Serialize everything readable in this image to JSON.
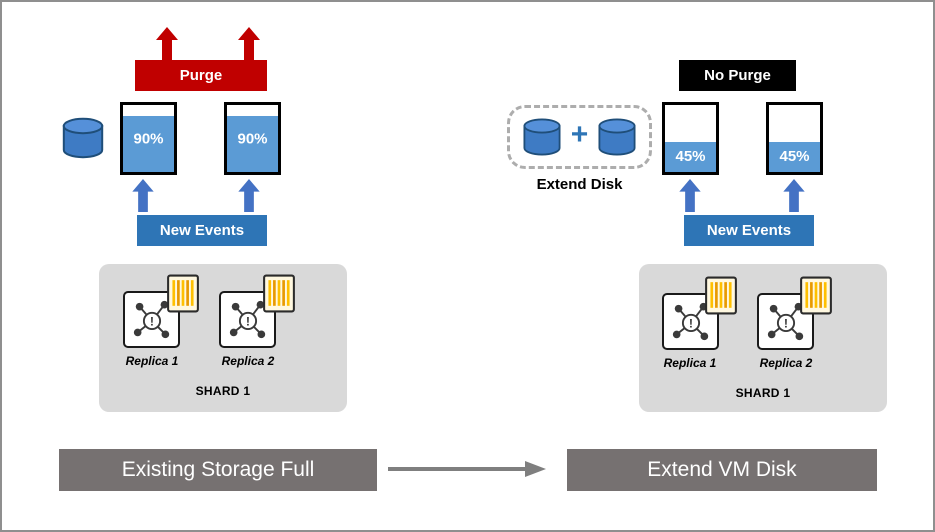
{
  "left": {
    "purge_label": "Purge",
    "tanks": [
      "90%",
      "90%"
    ],
    "new_events_label": "New Events",
    "replicas": [
      "Replica 1",
      "Replica 2"
    ],
    "shard_label": "SHARD 1",
    "caption": "Existing Storage Full"
  },
  "right": {
    "no_purge_label": "No Purge",
    "extend_disk_label": "Extend Disk",
    "plus_sign": "+",
    "tanks": [
      "45%",
      "45%"
    ],
    "new_events_label": "New Events",
    "replicas": [
      "Replica 1",
      "Replica 2"
    ],
    "shard_label": "SHARD 1",
    "caption": "Extend VM Disk"
  },
  "colors": {
    "purge_red": "#C00000",
    "no_purge_black": "#000000",
    "tank_fill_blue": "#5B9BD5",
    "new_events_blue": "#2E75B6",
    "arrow_blue": "#4472C4",
    "shard_gray": "#D9D9D9",
    "caption_gray": "#767171",
    "transition_arrow_gray": "#7F7F7F",
    "doc_stripe_yellow": "#FFC000"
  }
}
